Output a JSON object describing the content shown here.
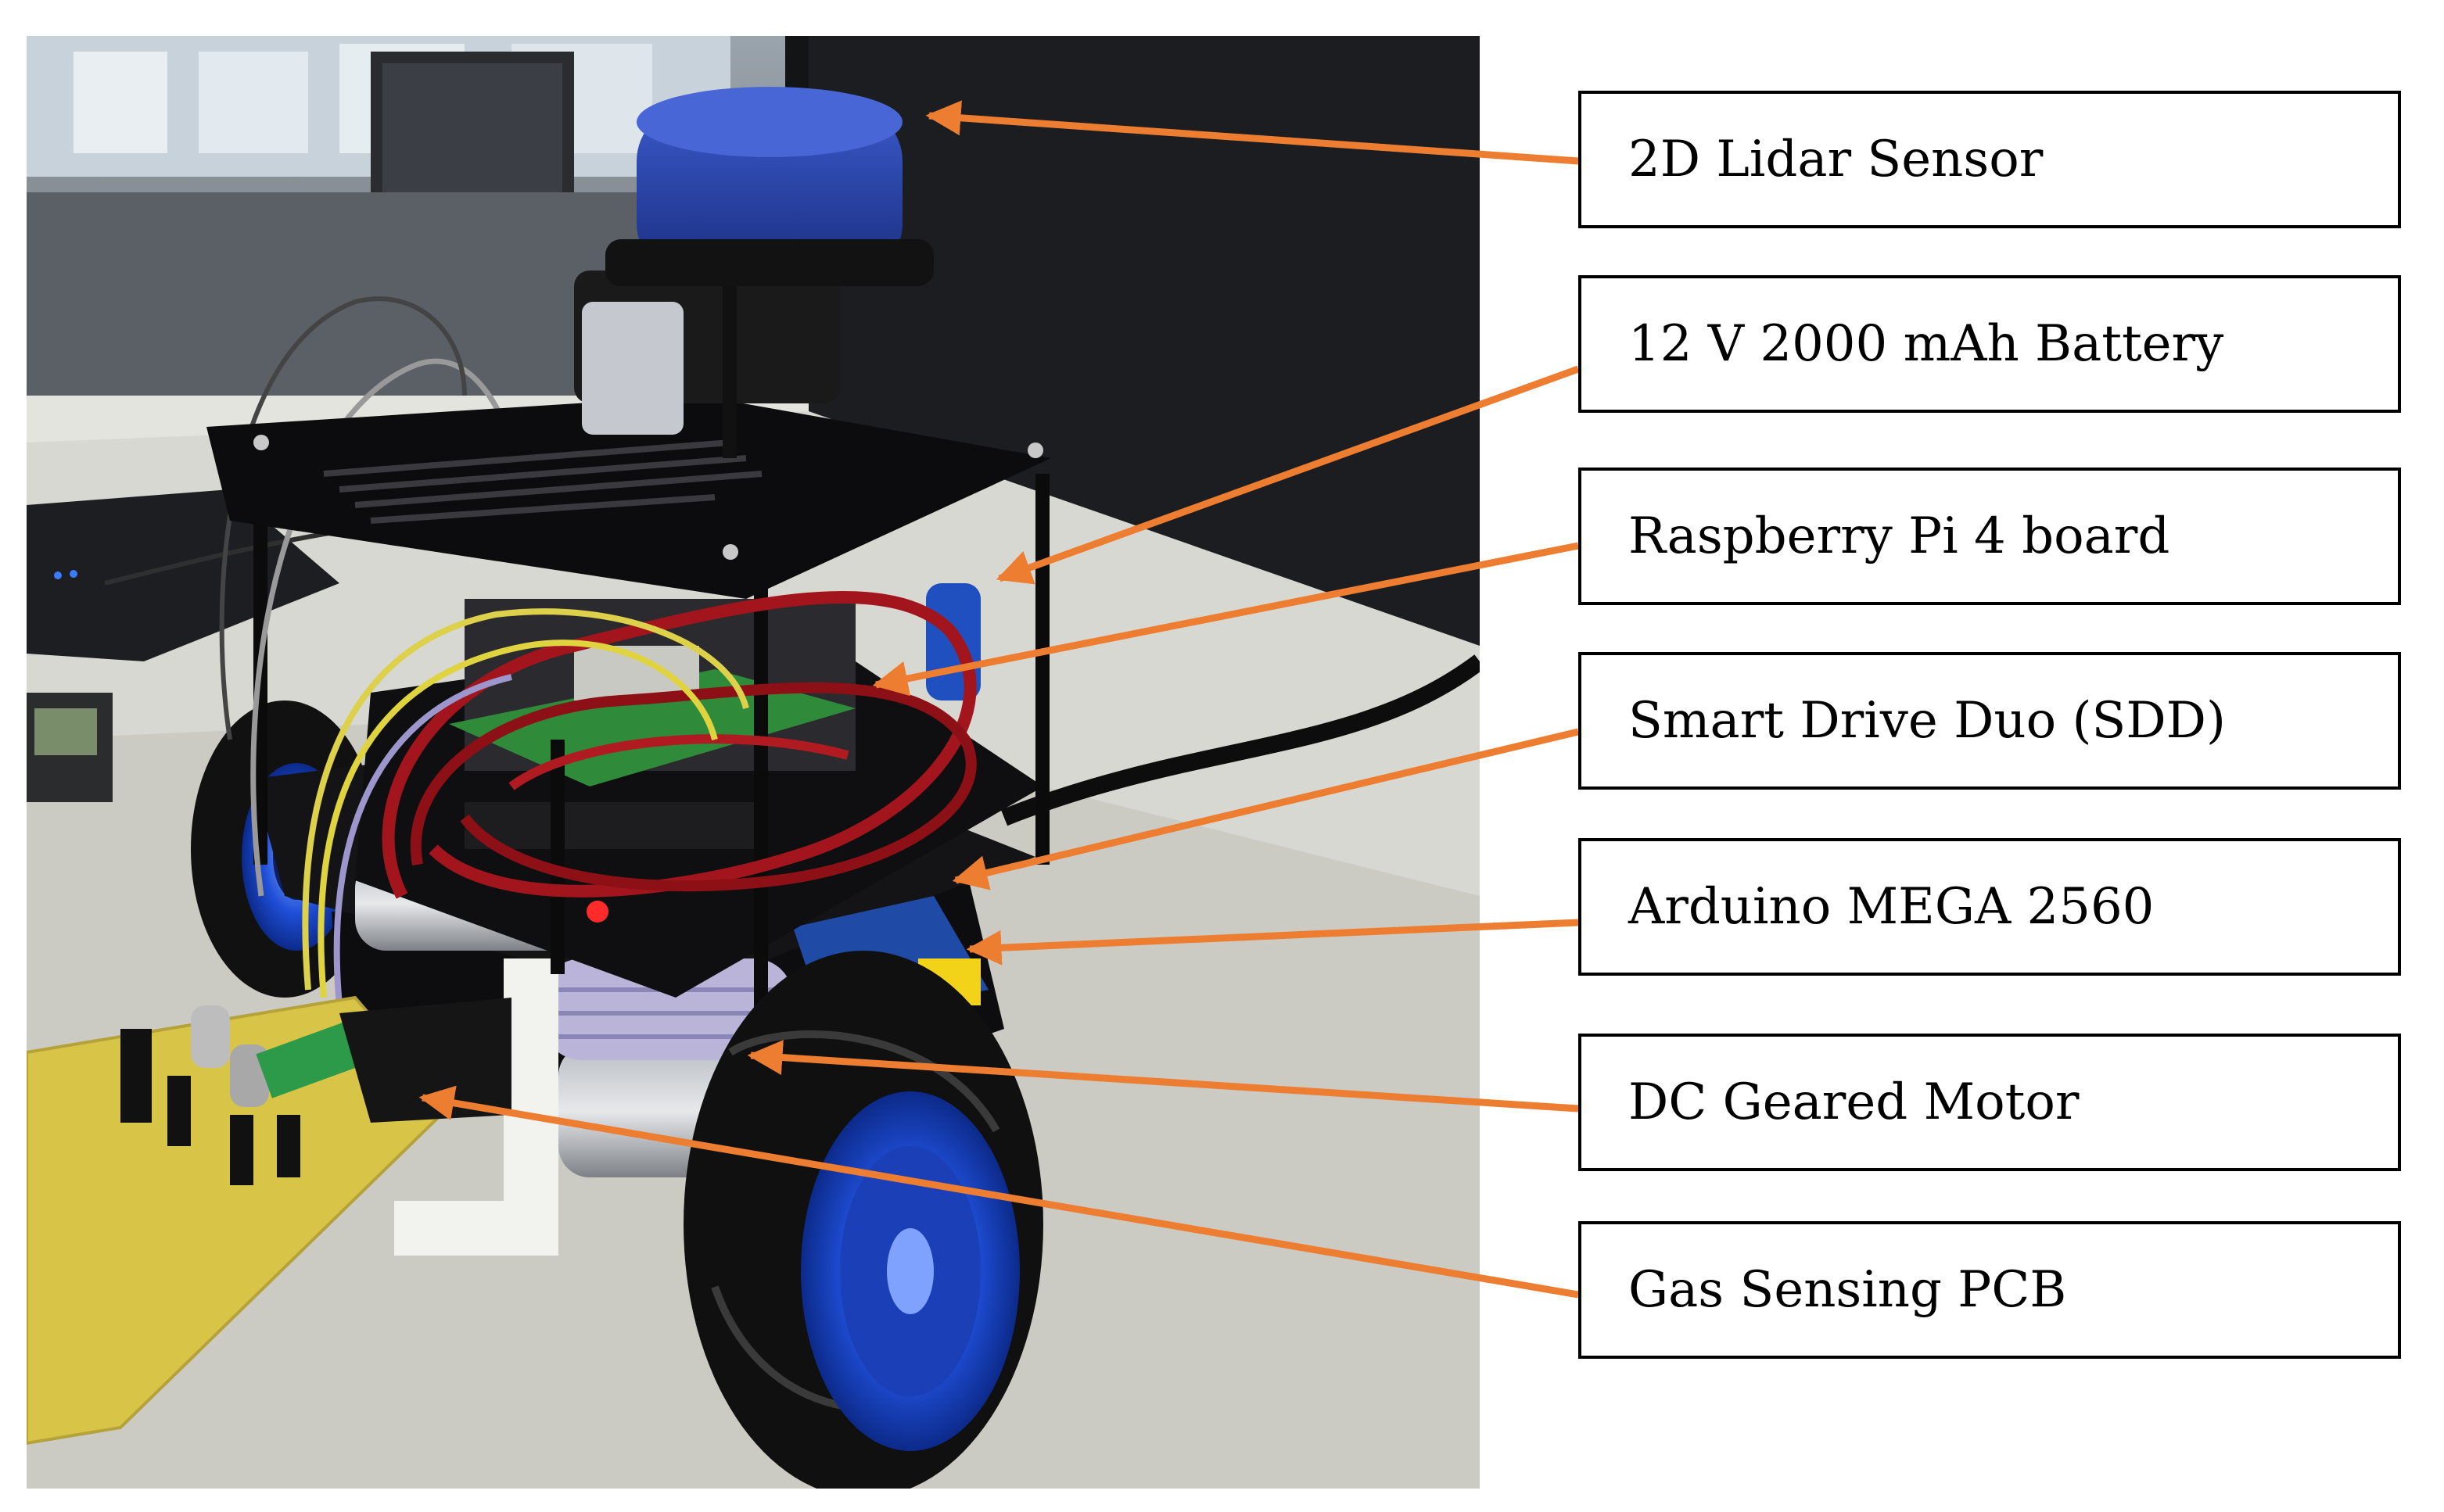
{
  "colors": {
    "arrow": "#ed7d31",
    "label_border": "#000000"
  },
  "labels": [
    {
      "id": "lidar",
      "text": "2D Lidar Sensor"
    },
    {
      "id": "battery",
      "text": "12 V 2000 mAh Battery"
    },
    {
      "id": "raspberry",
      "text": "Raspberry Pi 4 board"
    },
    {
      "id": "sdd",
      "text": "Smart Drive Duo (SDD)"
    },
    {
      "id": "arduino",
      "text": "Arduino MEGA 2560"
    },
    {
      "id": "motor",
      "text": "DC Geared Motor"
    },
    {
      "id": "gas",
      "text": "Gas Sensing PCB"
    }
  ]
}
